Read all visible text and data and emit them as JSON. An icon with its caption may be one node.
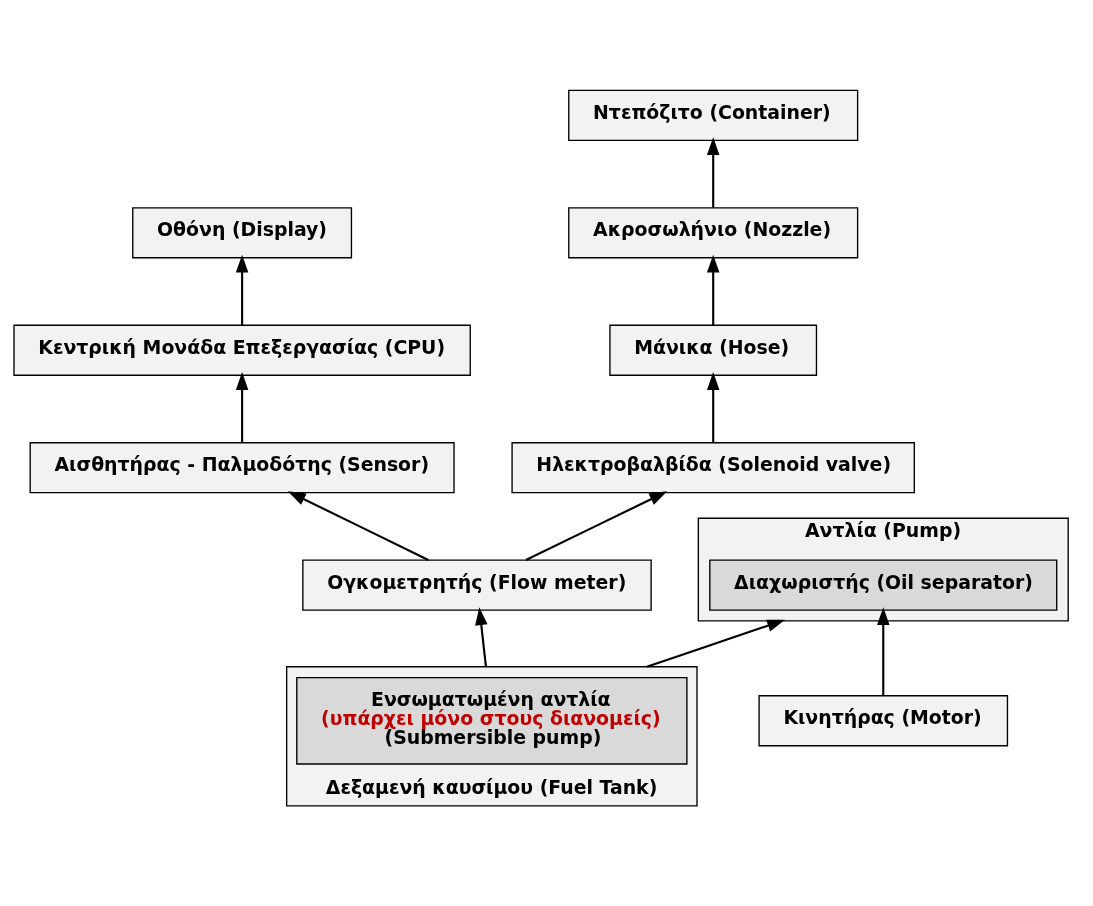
{
  "diagram": {
    "nodes": [
      {
        "text": [
          "Κεντρική Μονάδα Επεξεργασίας (CPU)"
        ]
      },
      {
        "text": [
          "Οθόνη (Display)"
        ]
      },
      {
        "text": [
          "Αισθητήρας - Παλμοδότης (Sensor)"
        ]
      },
      {
        "text": [
          "Μάνικα (Hose)"
        ]
      },
      {
        "text": [
          "Ακροσωλήνιο (Nozzle)"
        ]
      },
      {
        "text": [
          "Ογκομετρητής (Flow meter)"
        ]
      },
      {
        "text": [
          "Ηλεκτροβαλβίδα (Solenoid valve)"
        ]
      },
      {
        "text": [
          "Ντεπόζιτο (Container)"
        ]
      },
      {
        "text": [
          "Αντλία (Pump)"
        ]
      },
      {
        "text": [
          "Διαχωριστής (Oil separator)"
        ],
        "in": 8
      },
      {
        "text": [
          "Κινητήρας (Motor)"
        ]
      },
      {
        "text": [
          "Δεξαμενή καυσίμου (Fuel Tank)"
        ]
      },
      {
        "text": [
          "Ενσωματωμένη αντλία",
          "(υπάρχει μόνο στους διανομείς)",
          "(Submersible pump)"
        ],
        "in": 11
      }
    ],
    "edges": [
      {
        "from": 0,
        "to": 1,
        "arrow": "to"
      },
      {
        "from": 2,
        "to": 0,
        "arrow": "to"
      },
      {
        "from": 5,
        "to": 2,
        "arrow": "to"
      },
      {
        "from": 5,
        "to": 6,
        "arrow": "to"
      },
      {
        "from": 6,
        "to": 3,
        "arrow": "to"
      },
      {
        "from": 3,
        "to": 4,
        "arrow": "to"
      },
      {
        "from": 4,
        "to": 7,
        "arrow": "to"
      },
      {
        "from": 10,
        "to": 9,
        "arrow": "to"
      },
      {
        "from": 11,
        "to": 8,
        "arrow": "to"
      },
      {
        "from": 11,
        "to": 5,
        "arrow": "to"
      }
    ]
  }
}
